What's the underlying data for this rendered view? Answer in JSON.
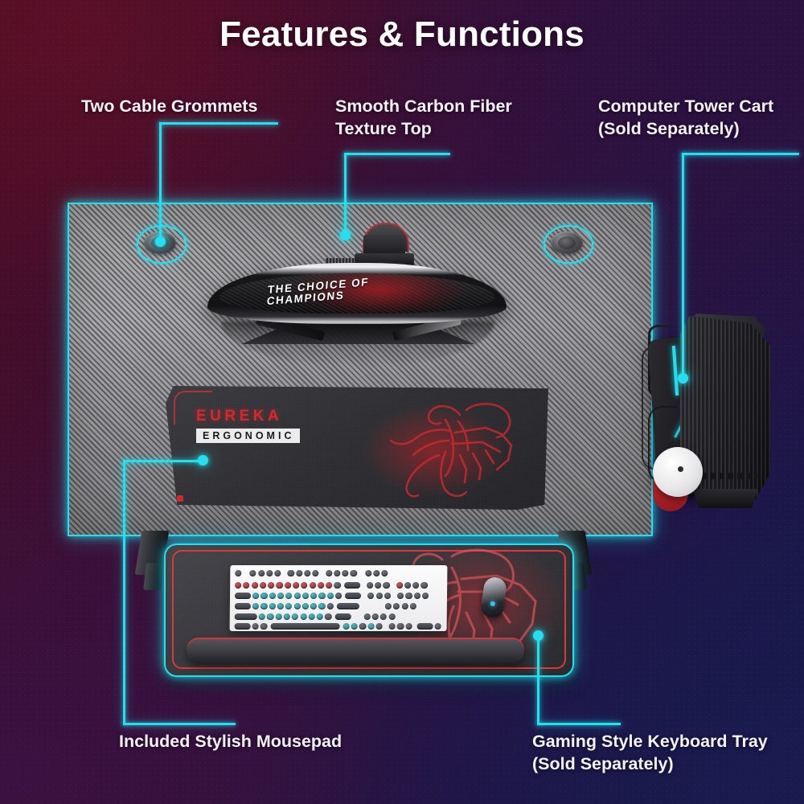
{
  "page": {
    "title": "Features & Functions",
    "accent_cyan": "#24e0ef",
    "accent_red": "#d8262c",
    "bg_top_left": "#4a0d22",
    "bg_top_right": "#2b1140",
    "bg_bottom_left": "#3a1140",
    "bg_bottom_right": "#191a4e"
  },
  "callouts": {
    "grommets": {
      "line1": "Two Cable Grommets"
    },
    "carbon": {
      "line1": "Smooth Carbon Fiber",
      "line2": "Texture Top"
    },
    "tower": {
      "line1": "Computer Tower Cart",
      "line2": "(Sold Separately)"
    },
    "mousepad": {
      "line1": "Included Stylish Mousepad"
    },
    "keyboard": {
      "line1": "Gaming Style Keyboard Tray",
      "line2": "(Sold Separately)"
    }
  },
  "product": {
    "monitor": {
      "screen_line1": "THE CHOICE OF",
      "screen_line2": "CHAMPIONS"
    },
    "mousepad": {
      "brand": "EUREKA",
      "sub": "ERGONOMIC"
    }
  }
}
